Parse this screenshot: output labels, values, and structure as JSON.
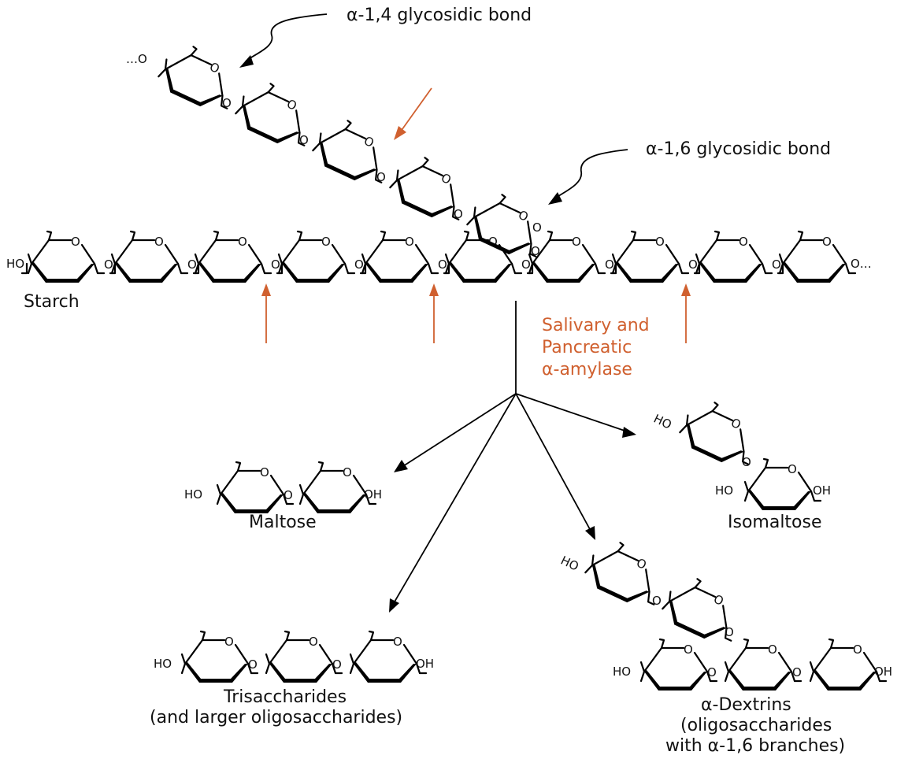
{
  "colors": {
    "ink": "#000000",
    "enzyme": "#d0602f",
    "background": "#ffffff"
  },
  "annotations": {
    "alpha14": "α-1,4 glycosidic bond",
    "alpha16": "α-1,6 glycosidic bond"
  },
  "enzyme": {
    "line1": "Salivary and",
    "line2": "Pancreatic",
    "line3": "α-amylase"
  },
  "starch": {
    "label": "Starch",
    "left_end": "HO",
    "right_end": "O…",
    "branch_end": "…O",
    "linker": "O",
    "main_chain_units": 10,
    "branch_units": 5
  },
  "products": {
    "maltose": {
      "label": "Maltose",
      "left_end": "HO",
      "right_end": "OH",
      "units": 2
    },
    "isomaltose": {
      "label": "Isomaltose",
      "left_end": "HO",
      "bottom_left": "HO",
      "right_end": "OH",
      "units": 2
    },
    "trisaccharides": {
      "label_line1": "Trisaccharides",
      "label_line2": "(and larger oligosaccharides)",
      "left_end": "HO",
      "right_end": "OH",
      "units": 3
    },
    "dextrins": {
      "label_line1": "α-Dextrins",
      "label_line2": "(oligosaccharides",
      "label_line3": "with α-1,6 branches)",
      "left_end": "HO",
      "top_left": "HO",
      "right_end": "OH",
      "units": 5
    }
  }
}
